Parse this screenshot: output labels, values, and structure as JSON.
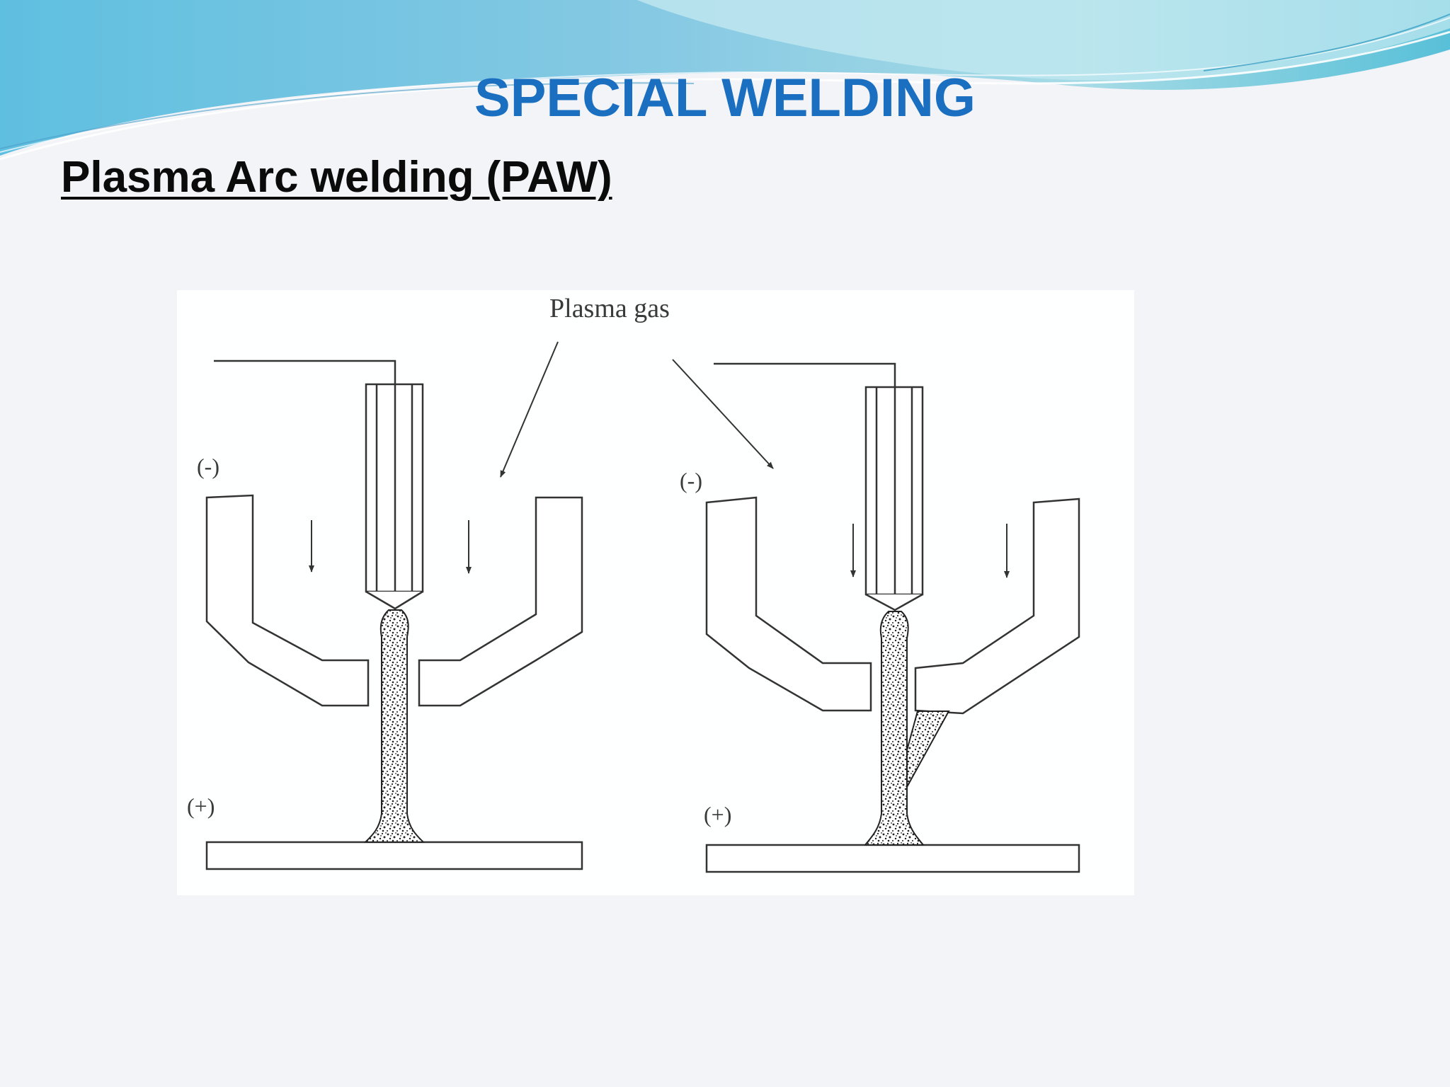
{
  "slide": {
    "title": "SPECIAL WELDING",
    "subtitle": "Plasma Arc welding (PAW)"
  },
  "diagram": {
    "plasma_gas_label": "Plasma gas",
    "left": {
      "cathode_label": "(-)",
      "anode_label": "(+)"
    },
    "right": {
      "cathode_label": "(-)",
      "anode_label": "(+)"
    }
  },
  "colors": {
    "title": "#1a6fc0",
    "subtitle": "#0b0b0b",
    "wave_dark": "#7ec4e0",
    "wave_light": "#bfe7ef",
    "background": "#f3f4f8",
    "line": "#333333"
  }
}
